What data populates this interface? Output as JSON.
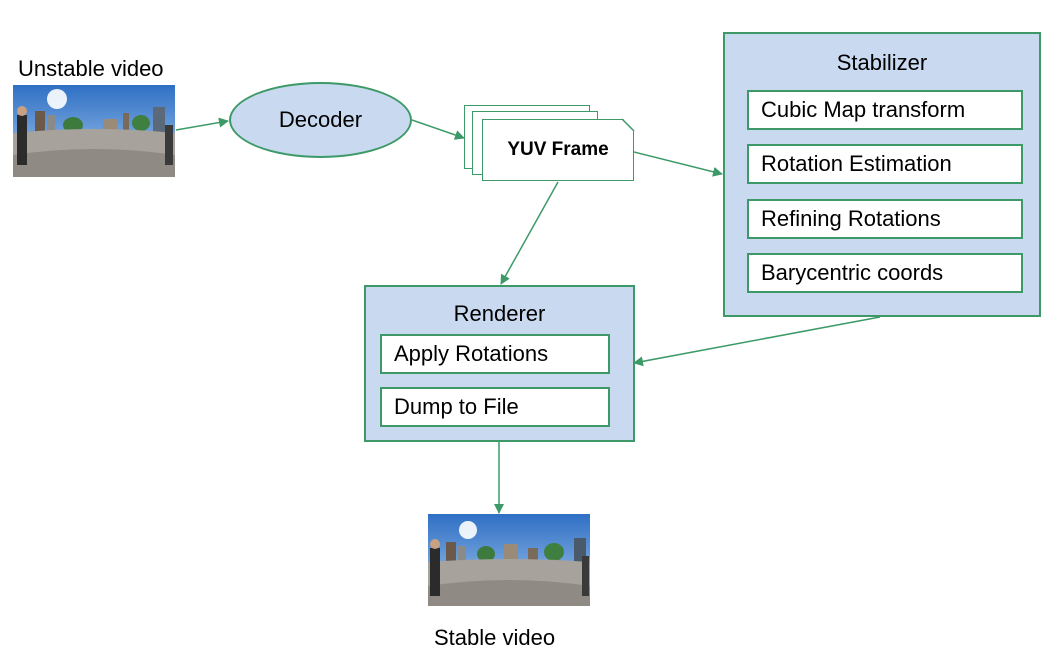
{
  "input": {
    "label": "Unstable video"
  },
  "decoder": {
    "label": "Decoder"
  },
  "frame": {
    "label": "YUV Frame"
  },
  "stabilizer": {
    "title": "Stabilizer",
    "steps": [
      "Cubic Map transform",
      "Rotation Estimation",
      "Refining Rotations",
      "Barycentric coords"
    ]
  },
  "renderer": {
    "title": "Renderer",
    "steps": [
      "Apply Rotations",
      "Dump to File"
    ]
  },
  "output": {
    "label": "Stable video"
  },
  "colors": {
    "box_fill": "#c9daf0",
    "stroke": "#3d9a68"
  }
}
